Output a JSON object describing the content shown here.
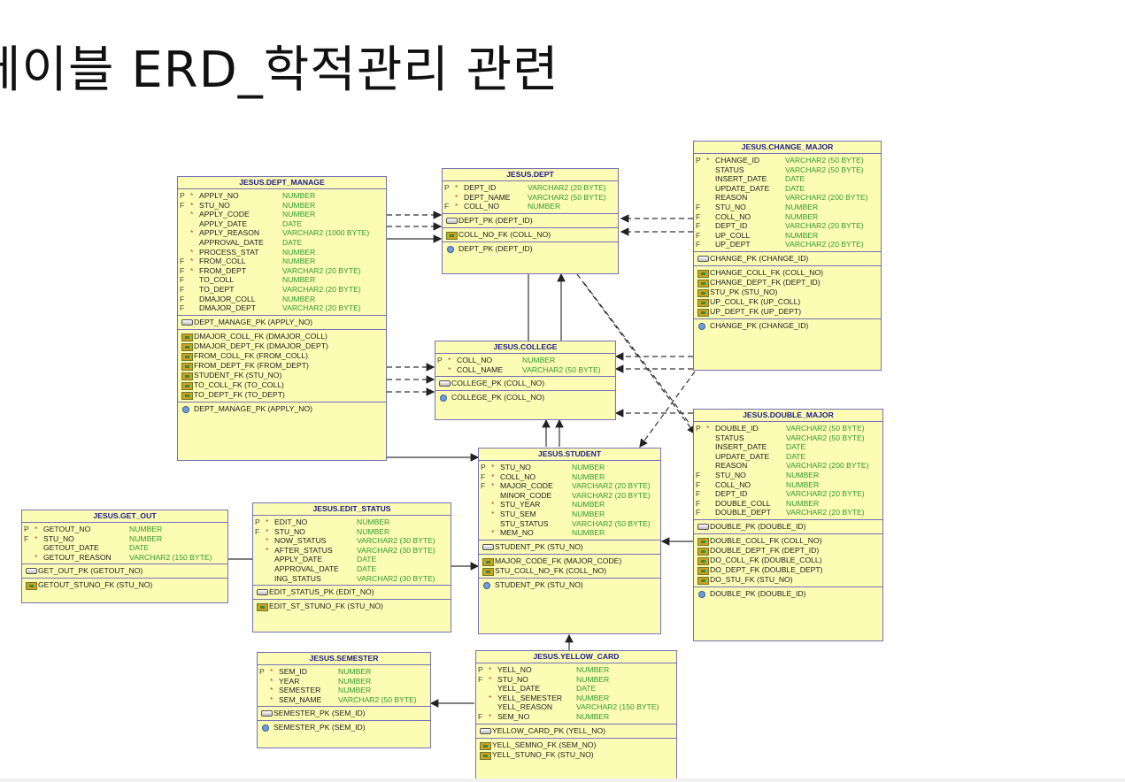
{
  "page_title": "테이블 ERD_학적관리 관련",
  "entities": {
    "dept_manage": {
      "name": "JESUS.DEPT_MANAGE",
      "columns": [
        {
          "flag": "P",
          "req": "*",
          "name": "APPLY_NO",
          "type": "NUMBER"
        },
        {
          "flag": "F",
          "req": "*",
          "name": "STU_NO",
          "type": "NUMBER"
        },
        {
          "flag": "",
          "req": "*",
          "name": "APPLY_CODE",
          "type": "NUMBER"
        },
        {
          "flag": "",
          "req": "",
          "name": "APPLY_DATE",
          "type": "DATE"
        },
        {
          "flag": "",
          "req": "*",
          "name": "APPLY_REASON",
          "type": "VARCHAR2 (1000 BYTE)"
        },
        {
          "flag": "",
          "req": "",
          "name": "APPROVAL_DATE",
          "type": "DATE"
        },
        {
          "flag": "",
          "req": "*",
          "name": "PROCESS_STAT",
          "type": "NUMBER"
        },
        {
          "flag": "F",
          "req": "*",
          "name": "FROM_COLL",
          "type": "NUMBER"
        },
        {
          "flag": "F",
          "req": "*",
          "name": "FROM_DEPT",
          "type": "VARCHAR2 (20 BYTE)"
        },
        {
          "flag": "F",
          "req": "",
          "name": "TO_COLL",
          "type": "NUMBER"
        },
        {
          "flag": "F",
          "req": "",
          "name": "TO_DEPT",
          "type": "VARCHAR2 (20 BYTE)"
        },
        {
          "flag": "F",
          "req": "",
          "name": "DMAJOR_COLL",
          "type": "NUMBER"
        },
        {
          "flag": "F",
          "req": "",
          "name": "DMAJOR_DEPT",
          "type": "VARCHAR2 (20 BYTE)"
        }
      ],
      "pk": [
        "DEPT_MANAGE_PK (APPLY_NO)"
      ],
      "fks": [
        "DMAJOR_COLL_FK (DMAJOR_COLL)",
        "DMAJOR_DEPT_FK (DMAJOR_DEPT)",
        "FROM_COLL_FK (FROM_COLL)",
        "FROM_DEPT_FK (FROM_DEPT)",
        "STUDENT_FK (STU_NO)",
        "TO_COLL_FK (TO_COLL)",
        "TO_DEPT_FK (TO_DEPT)"
      ],
      "idx": [
        "DEPT_MANAGE_PK (APPLY_NO)"
      ]
    },
    "dept": {
      "name": "JESUS.DEPT",
      "columns": [
        {
          "flag": "P",
          "req": "*",
          "name": "DEPT_ID",
          "type": "VARCHAR2 (20 BYTE)"
        },
        {
          "flag": "",
          "req": "*",
          "name": "DEPT_NAME",
          "type": "VARCHAR2 (50 BYTE)"
        },
        {
          "flag": "F",
          "req": "*",
          "name": "COLL_NO",
          "type": "NUMBER"
        }
      ],
      "pk": [
        "DEPT_PK (DEPT_ID)"
      ],
      "fks": [
        "COLL_NO_FK (COLL_NO)"
      ],
      "idx": [
        "DEPT_PK (DEPT_ID)"
      ]
    },
    "change_major": {
      "name": "JESUS.CHANGE_MAJOR",
      "columns": [
        {
          "flag": "P",
          "req": "*",
          "name": "CHANGE_ID",
          "type": "VARCHAR2 (50 BYTE)"
        },
        {
          "flag": "",
          "req": "",
          "name": "STATUS",
          "type": "VARCHAR2 (50 BYTE)"
        },
        {
          "flag": "",
          "req": "",
          "name": "INSERT_DATE",
          "type": "DATE"
        },
        {
          "flag": "",
          "req": "",
          "name": "UPDATE_DATE",
          "type": "DATE"
        },
        {
          "flag": "",
          "req": "",
          "name": "REASON",
          "type": "VARCHAR2 (200 BYTE)"
        },
        {
          "flag": "F",
          "req": "",
          "name": "STU_NO",
          "type": "NUMBER"
        },
        {
          "flag": "F",
          "req": "",
          "name": "COLL_NO",
          "type": "NUMBER"
        },
        {
          "flag": "F",
          "req": "",
          "name": "DEPT_ID",
          "type": "VARCHAR2 (20 BYTE)"
        },
        {
          "flag": "F",
          "req": "",
          "name": "UP_COLL",
          "type": "NUMBER"
        },
        {
          "flag": "F",
          "req": "",
          "name": "UP_DEPT",
          "type": "VARCHAR2 (20 BYTE)"
        }
      ],
      "pk": [
        "CHANGE_PK (CHANGE_ID)"
      ],
      "fks": [
        "CHANGE_COLL_FK (COLL_NO)",
        "CHANGE_DEPT_FK (DEPT_ID)",
        "STU_PK (STU_NO)",
        "UP_COLL_FK (UP_COLL)",
        "UP_DEPT_FK (UP_DEPT)"
      ],
      "idx": [
        "CHANGE_PK (CHANGE_ID)"
      ]
    },
    "college": {
      "name": "JESUS.COLLEGE",
      "columns": [
        {
          "flag": "P",
          "req": "*",
          "name": "COLL_NO",
          "type": "NUMBER"
        },
        {
          "flag": "",
          "req": "*",
          "name": "COLL_NAME",
          "type": "VARCHAR2 (50 BYTE)"
        }
      ],
      "pk": [
        "COLLEGE_PK (COLL_NO)"
      ],
      "fks": [],
      "idx": [
        "COLLEGE_PK (COLL_NO)"
      ]
    },
    "double_major": {
      "name": "JESUS.DOUBLE_MAJOR",
      "columns": [
        {
          "flag": "P",
          "req": "*",
          "name": "DOUBLE_ID",
          "type": "VARCHAR2 (50 BYTE)"
        },
        {
          "flag": "",
          "req": "",
          "name": "STATUS",
          "type": "VARCHAR2 (50 BYTE)"
        },
        {
          "flag": "",
          "req": "",
          "name": "INSERT_DATE",
          "type": "DATE"
        },
        {
          "flag": "",
          "req": "",
          "name": "UPDATE_DATE",
          "type": "DATE"
        },
        {
          "flag": "",
          "req": "",
          "name": "REASON",
          "type": "VARCHAR2 (200 BYTE)"
        },
        {
          "flag": "F",
          "req": "",
          "name": "STU_NO",
          "type": "NUMBER"
        },
        {
          "flag": "F",
          "req": "",
          "name": "COLL_NO",
          "type": "NUMBER"
        },
        {
          "flag": "F",
          "req": "",
          "name": "DEPT_ID",
          "type": "VARCHAR2 (20 BYTE)"
        },
        {
          "flag": "F",
          "req": "",
          "name": "DOUBLE_COLL",
          "type": "NUMBER"
        },
        {
          "flag": "F",
          "req": "",
          "name": "DOUBLE_DEPT",
          "type": "VARCHAR2 (20 BYTE)"
        }
      ],
      "pk": [
        "DOUBLE_PK (DOUBLE_ID)"
      ],
      "fks": [
        "DOUBLE_COLL_FK (COLL_NO)",
        "DOUBLE_DEPT_FK (DEPT_ID)",
        "DO_COLL_FK (DOUBLE_COLL)",
        "DO_DEPT_FK (DOUBLE_DEPT)",
        "DO_STU_FK (STU_NO)"
      ],
      "idx": [
        "DOUBLE_PK (DOUBLE_ID)"
      ]
    },
    "student": {
      "name": "JESUS.STUDENT",
      "columns": [
        {
          "flag": "P",
          "req": "*",
          "name": "STU_NO",
          "type": "NUMBER"
        },
        {
          "flag": "F",
          "req": "*",
          "name": "COLL_NO",
          "type": "NUMBER"
        },
        {
          "flag": "F",
          "req": "*",
          "name": "MAJOR_CODE",
          "type": "VARCHAR2 (20 BYTE)"
        },
        {
          "flag": "",
          "req": "",
          "name": "MINOR_CODE",
          "type": "VARCHAR2 (20 BYTE)"
        },
        {
          "flag": "",
          "req": "*",
          "name": "STU_YEAR",
          "type": "NUMBER"
        },
        {
          "flag": "",
          "req": "*",
          "name": "STU_SEM",
          "type": "NUMBER"
        },
        {
          "flag": "",
          "req": "",
          "name": "STU_STATUS",
          "type": "VARCHAR2 (50 BYTE)"
        },
        {
          "flag": "",
          "req": "*",
          "name": "MEM_NO",
          "type": "NUMBER"
        }
      ],
      "pk": [
        "STUDENT_PK (STU_NO)"
      ],
      "fks": [
        "MAJOR_CODE_FK (MAJOR_CODE)",
        "STU_COLL_NO_FK (COLL_NO)"
      ],
      "idx": [
        "STUDENT_PK (STU_NO)"
      ]
    },
    "get_out": {
      "name": "JESUS.GET_OUT",
      "columns": [
        {
          "flag": "P",
          "req": "*",
          "name": "GETOUT_NO",
          "type": "NUMBER"
        },
        {
          "flag": "F",
          "req": "*",
          "name": "STU_NO",
          "type": "NUMBER"
        },
        {
          "flag": "",
          "req": "",
          "name": "GETOUT_DATE",
          "type": "DATE"
        },
        {
          "flag": "",
          "req": "*",
          "name": "GETOUT_REASON",
          "type": "VARCHAR2 (150 BYTE)"
        }
      ],
      "pk": [
        "GET_OUT_PK (GETOUT_NO)"
      ],
      "fks": [
        "GETOUT_STUNO_FK (STU_NO)"
      ],
      "idx": []
    },
    "edit_status": {
      "name": "JESUS.EDIT_STATUS",
      "columns": [
        {
          "flag": "P",
          "req": "*",
          "name": "EDIT_NO",
          "type": "NUMBER"
        },
        {
          "flag": "F",
          "req": "*",
          "name": "STU_NO",
          "type": "NUMBER"
        },
        {
          "flag": "",
          "req": "*",
          "name": "NOW_STATUS",
          "type": "VARCHAR2 (30 BYTE)"
        },
        {
          "flag": "",
          "req": "*",
          "name": "AFTER_STATUS",
          "type": "VARCHAR2 (30 BYTE)"
        },
        {
          "flag": "",
          "req": "",
          "name": "APPLY_DATE",
          "type": "DATE"
        },
        {
          "flag": "",
          "req": "",
          "name": "APPROVAL_DATE",
          "type": "DATE"
        },
        {
          "flag": "",
          "req": "",
          "name": "ING_STATUS",
          "type": "VARCHAR2 (30 BYTE)"
        }
      ],
      "pk": [
        "EDIT_STATUS_PK (EDIT_NO)"
      ],
      "fks": [
        "EDIT_ST_STUNO_FK (STU_NO)"
      ],
      "idx": []
    },
    "semester": {
      "name": "JESUS.SEMESTER",
      "columns": [
        {
          "flag": "P",
          "req": "*",
          "name": "SEM_ID",
          "type": "NUMBER"
        },
        {
          "flag": "",
          "req": "*",
          "name": "YEAR",
          "type": "NUMBER"
        },
        {
          "flag": "",
          "req": "*",
          "name": "SEMESTER",
          "type": "NUMBER"
        },
        {
          "flag": "",
          "req": "*",
          "name": "SEM_NAME",
          "type": "VARCHAR2 (50 BYTE)"
        }
      ],
      "pk": [
        "SEMESTER_PK (SEM_ID)"
      ],
      "fks": [],
      "idx": [
        "SEMESTER_PK (SEM_ID)"
      ]
    },
    "yellow_card": {
      "name": "JESUS.YELLOW_CARD",
      "columns": [
        {
          "flag": "P",
          "req": "*",
          "name": "YELL_NO",
          "type": "NUMBER"
        },
        {
          "flag": "F",
          "req": "*",
          "name": "STU_NO",
          "type": "NUMBER"
        },
        {
          "flag": "",
          "req": "",
          "name": "YELL_DATE",
          "type": "DATE"
        },
        {
          "flag": "",
          "req": "*",
          "name": "YELL_SEMESTER",
          "type": "NUMBER"
        },
        {
          "flag": "",
          "req": "",
          "name": "YELL_REASON",
          "type": "VARCHAR2 (150 BYTE)"
        },
        {
          "flag": "F",
          "req": "*",
          "name": "SEM_NO",
          "type": "NUMBER"
        }
      ],
      "pk": [
        "YELLOW_CARD_PK (YELL_NO)"
      ],
      "fks": [
        "YELL_SEMNO_FK (SEM_NO)",
        "YELL_STUNO_FK (STU_NO)"
      ],
      "idx": []
    }
  }
}
